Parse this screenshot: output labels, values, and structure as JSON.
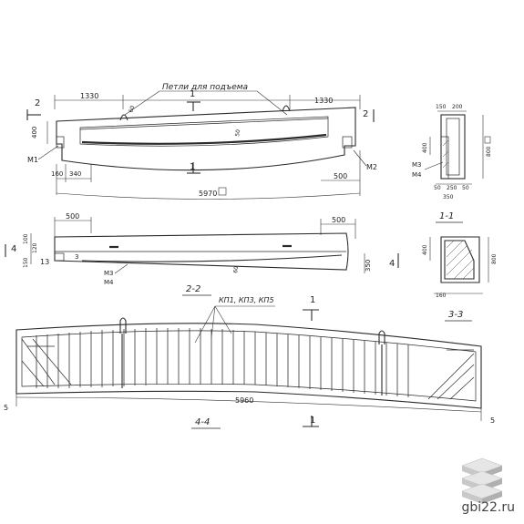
{
  "labels": {
    "lifting_loops": "Петли для подъема",
    "dim_1330_left": "1330",
    "dim_1330_right": "1330",
    "dim_400_a": "400",
    "dim_160_a": "160",
    "dim_340": "340",
    "dim_500_a": "500",
    "dim_5970": "5970",
    "dim_50_a": "50",
    "dim_60_a": "60",
    "m1": "М1",
    "m2": "М2",
    "cut_1_top": "1",
    "cut_1_bot": "1",
    "cut_2_left": "2",
    "cut_2_right": "2",
    "sec11_title": "1-1",
    "sec11_150": "150",
    "sec11_200": "200",
    "sec11_400": "400",
    "sec11_800": "800",
    "sec11_m3": "М3",
    "sec11_m4": "М4",
    "sec11_50a": "50",
    "sec11_250": "250",
    "sec11_50b": "50",
    "sec11_350": "350",
    "v2_500_left": "500",
    "v2_500_right": "500",
    "v2_100": "100",
    "v2_120": "120",
    "v2_150": "150",
    "v2_13": "13",
    "v2_3": "3",
    "v2_m3": "М3",
    "v2_m4": "М4",
    "v2_60": "60",
    "v2_350": "350",
    "v2_4_left": "4",
    "v2_4_right": "4",
    "sec22_title": "2-2",
    "sec33_400": "400",
    "sec33_800": "800",
    "sec33_160": "160",
    "sec33_title": "3-3",
    "kp_callout": "КП1, КП3, КП5",
    "v4_cut_1_top": "1",
    "v4_cut_1_bot": "1",
    "v4_5_left": "5",
    "v4_5_right": "5",
    "v4_5960": "5960",
    "sec44_title": "4-4"
  },
  "watermark": {
    "site": "gbi22.ru",
    "logo": "stacked-slabs-logo"
  }
}
